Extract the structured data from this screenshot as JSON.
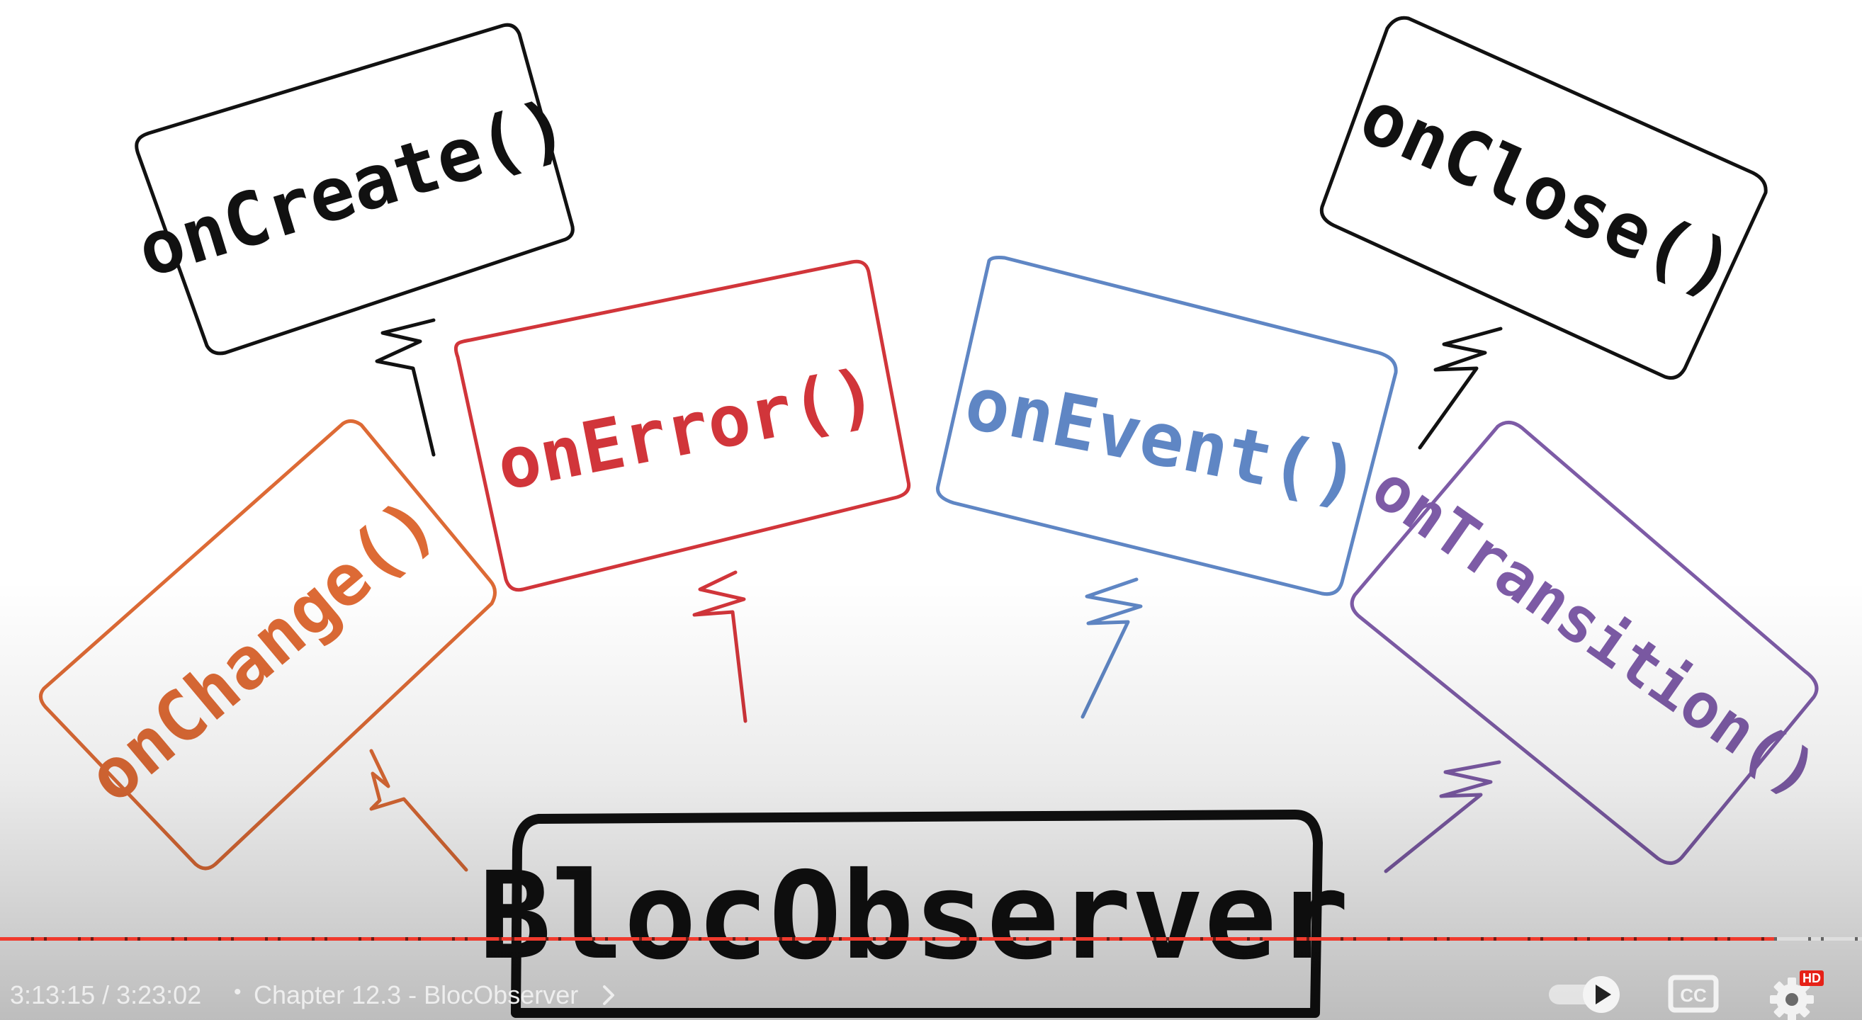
{
  "scene": {
    "boxes": [
      {
        "label": "onCreate()",
        "color": "#111111"
      },
      {
        "label": "onClose()",
        "color": "#111111"
      },
      {
        "label": "onError()",
        "color": "#d1353a"
      },
      {
        "label": "onEvent()",
        "color": "#5f86c4"
      },
      {
        "label": "onChange()",
        "color": "#dd6a35"
      },
      {
        "label": "onTransition()",
        "color": "#7d5ba6"
      }
    ],
    "main_label": "BlocObserver",
    "main_color": "#111111"
  },
  "player": {
    "time_current": "3:13:15",
    "time_total": "3:23:02",
    "time_display": "3:13:15 / 3:23:02",
    "separator": "•",
    "chapter_title": "Chapter 12.3 - BlocObserver",
    "progress_fraction": 0.953,
    "progress_color": "#f03a2d",
    "autoplay_on": true,
    "hd_badge": "HD",
    "icons": [
      "chevron-right-icon",
      "autoplay-toggle-icon",
      "closed-captions-icon",
      "settings-gear-icon"
    ]
  }
}
